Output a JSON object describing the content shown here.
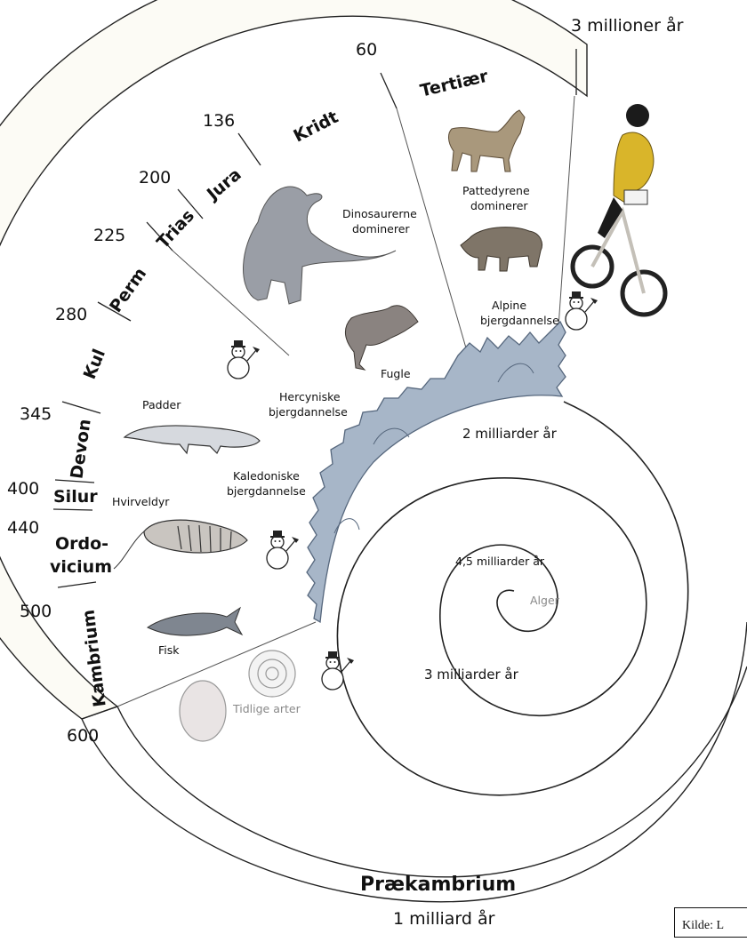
{
  "top_time": "3 millioner år",
  "bottom_time": "1 milliard år",
  "ticks": {
    "t60": "60",
    "t136": "136",
    "t200": "200",
    "t225": "225",
    "t280": "280",
    "t345": "345",
    "t400": "400",
    "t440": "440",
    "t500": "500",
    "t600": "600"
  },
  "periods": {
    "tertiaer": "Tertiær",
    "kridt": "Kridt",
    "jura": "Jura",
    "trias": "Trias",
    "perm": "Perm",
    "kul": "Kul",
    "devon": "Devon",
    "silur": "Silur",
    "ordovicium_line1": "Ordo-",
    "ordovicium_line2": "vicium",
    "kambrium": "Kambrium",
    "praekambrium": "Prækambrium"
  },
  "labels": {
    "dinosaurs_line1": "Dinosaurerne",
    "dinosaurs_line2": "dominerer",
    "mammals_line1": "Pattedyrene",
    "mammals_line2": "dominerer",
    "alpine_line1": "Alpine",
    "alpine_line2": "bjergdannelse",
    "hercynian_line1": "Hercyniske",
    "hercynian_line2": "bjergdannelse",
    "caledonian_line1": "Kaledoniske",
    "caledonian_line2": "bjergdannelse",
    "birds": "Fugle",
    "amphibians": "Padder",
    "vertebrates": "Hvirveldyr",
    "fish": "Fisk",
    "early_species": "Tidlige arter",
    "algae": "Alger"
  },
  "spiral_labels": {
    "two_billion": "2 milliarder år",
    "three_billion": "3 milliarder år",
    "four_five_billion": "4,5 milliarder år"
  },
  "source_label": "Kilde: L",
  "colors": {
    "band_fill": "#fcfbf5",
    "rock_fill": "#a7b6c8",
    "rock_stroke": "#56677d",
    "ink": "#111111"
  },
  "icons": [
    "snowman-icon",
    "dinosaur-icon",
    "horse-icon",
    "rhino-icon",
    "bird-icon",
    "amphibian-icon",
    "trilobite-icon",
    "fish-icon",
    "fossil-icon",
    "cyclist-photo"
  ]
}
